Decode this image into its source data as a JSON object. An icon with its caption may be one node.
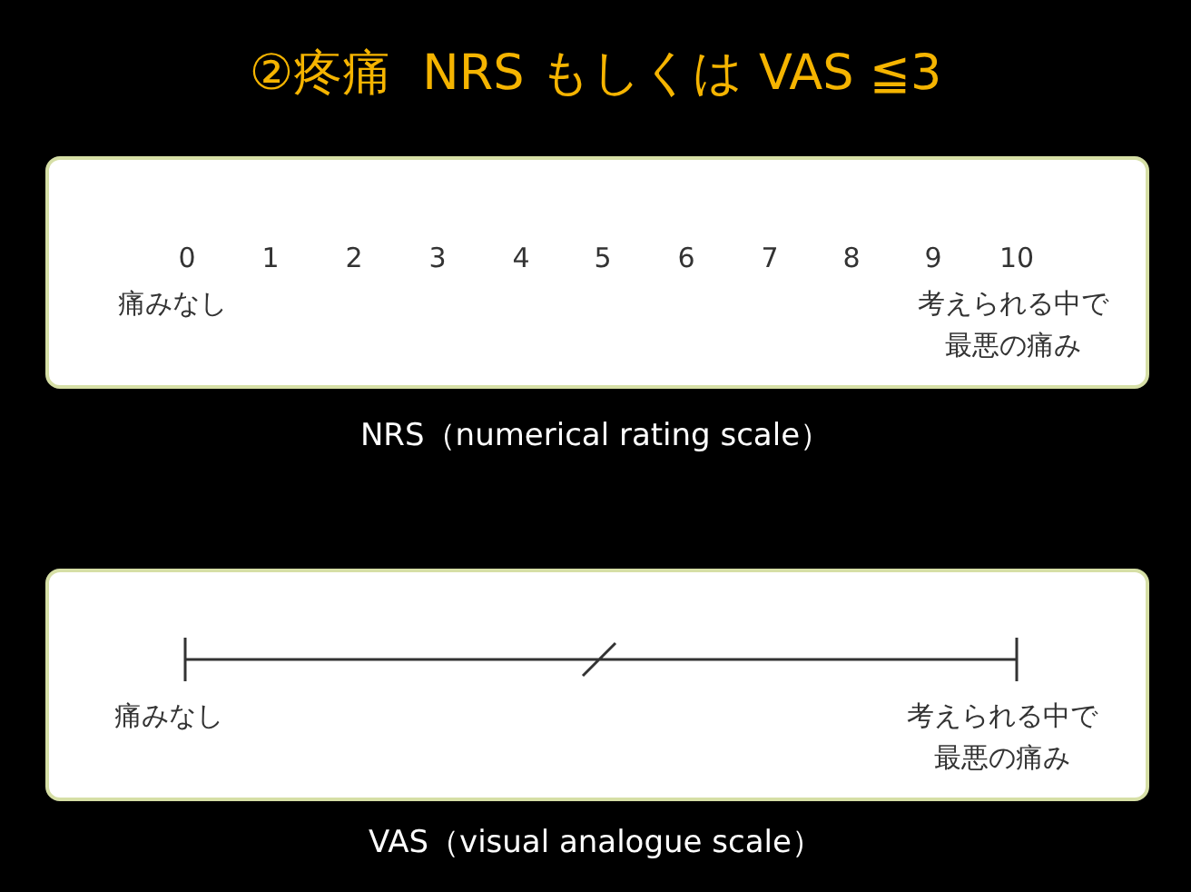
{
  "diagram": {
    "title": "②疼痛  NRS もしくは VAS ≦3",
    "nodes": [
      {
        "text": [
          "0",
          "1",
          "2",
          "3",
          "4",
          "5",
          "6",
          "7",
          "8",
          "9",
          "10",
          "痛みなし",
          "考えられる中で最悪の痛み"
        ],
        "beside": [
          "NRS（numerical rating scale）"
        ]
      },
      {
        "text": [
          "痛みなし",
          "考えられる中で最悪の痛み"
        ],
        "beside": [
          "VAS（visual analogue scale）"
        ]
      }
    ]
  }
}
